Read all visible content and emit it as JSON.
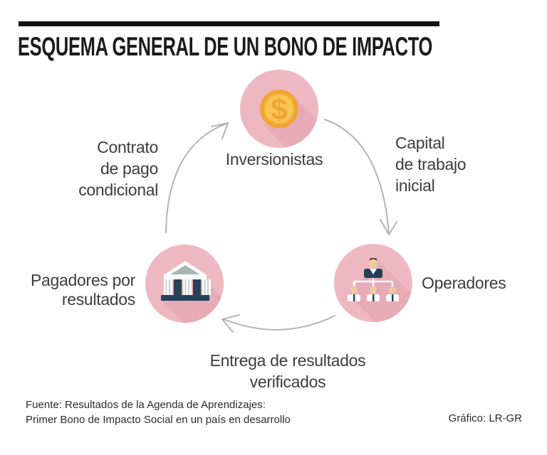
{
  "header": {
    "title": "ESQUEMA GENERAL DE UN BONO DE IMPACTO"
  },
  "nodes": {
    "investors": {
      "label": "Inversionistas",
      "icon": "dollar-coin-icon"
    },
    "operators": {
      "label": "Operadores",
      "icon": "org-chart-icon"
    },
    "payers": {
      "label": "Pagadores por\nresultados",
      "icon": "bank-icon"
    }
  },
  "flow_labels": {
    "conditional_payment": "Contrato\nde pago\ncondicional",
    "working_capital": "Capital\nde trabajo\ninicial",
    "verified_results": "Entrega de resultados\nverificados"
  },
  "icons": {
    "coin_symbol": "$"
  },
  "footer": {
    "source": "Fuente: Resultados de la Agenda de Aprendizajes:\nPrimer Bono de Impacto Social en un país en desarrollo",
    "credit": "Gráfico: LR-GR"
  },
  "colors": {
    "circle_pink": "#edb8c1",
    "long_shadow_pink": "#e6abb6",
    "coin_ring_orange": "#f0a434",
    "coin_inner_gold": "#f8c551",
    "icon_navy": "#24415a",
    "roof_gray": "#a9b6b1",
    "arrow_gray": "#b4b4b4",
    "title_black": "#1b1b1b",
    "label_gray": "#3d3d3d"
  }
}
